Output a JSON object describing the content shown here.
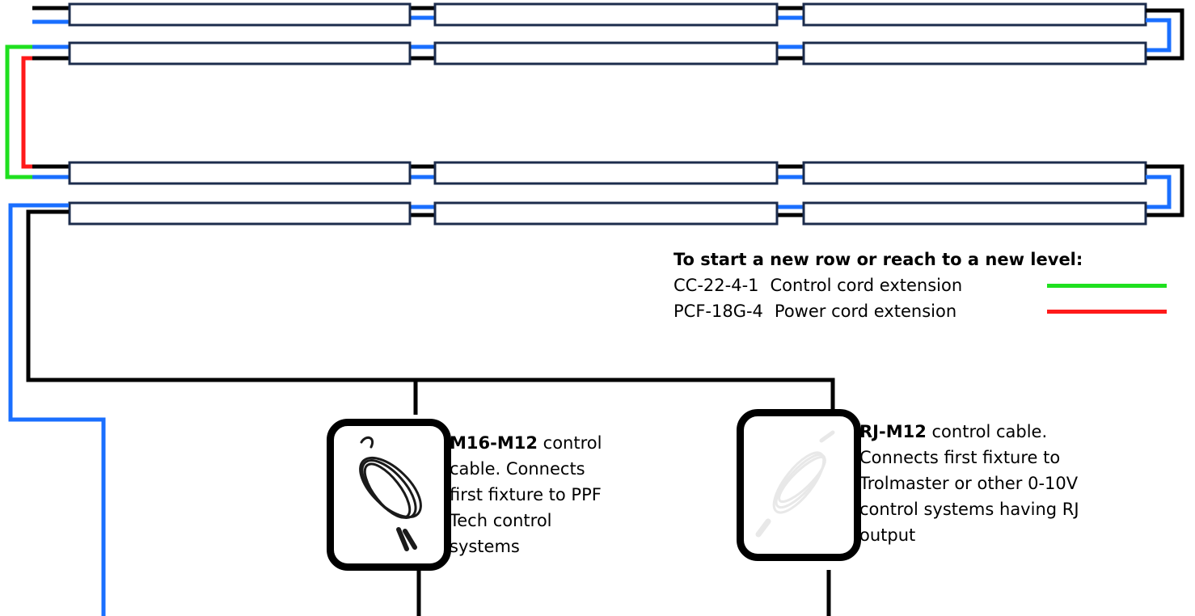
{
  "legend": {
    "title": "To start a new row or reach to a new level:",
    "items": [
      {
        "code": "CC-22-4-1",
        "description": "Control cord extension",
        "color": "#1fe01f"
      },
      {
        "code": "PCF-18G-4",
        "description": "Power cord extension",
        "color": "#ff1a1a"
      }
    ]
  },
  "cables": [
    {
      "name": "M16-M12",
      "caption_lines": [
        " control",
        "cable.  Connects",
        "first fixture to PPF",
        "Tech control",
        "systems"
      ],
      "cable_color": "#1a1a1a"
    },
    {
      "name": "RJ-M12",
      "caption_lines": [
        " control cable.",
        "Connects first fixture to",
        "Trolmaster or other 0-10V",
        "control systems having RJ",
        "output"
      ],
      "cable_color": "#e8e8e8"
    }
  ],
  "colors": {
    "control_wire": "#1a6fff",
    "power_wire": "#000000",
    "fixture_border": "#1c2c4c"
  }
}
